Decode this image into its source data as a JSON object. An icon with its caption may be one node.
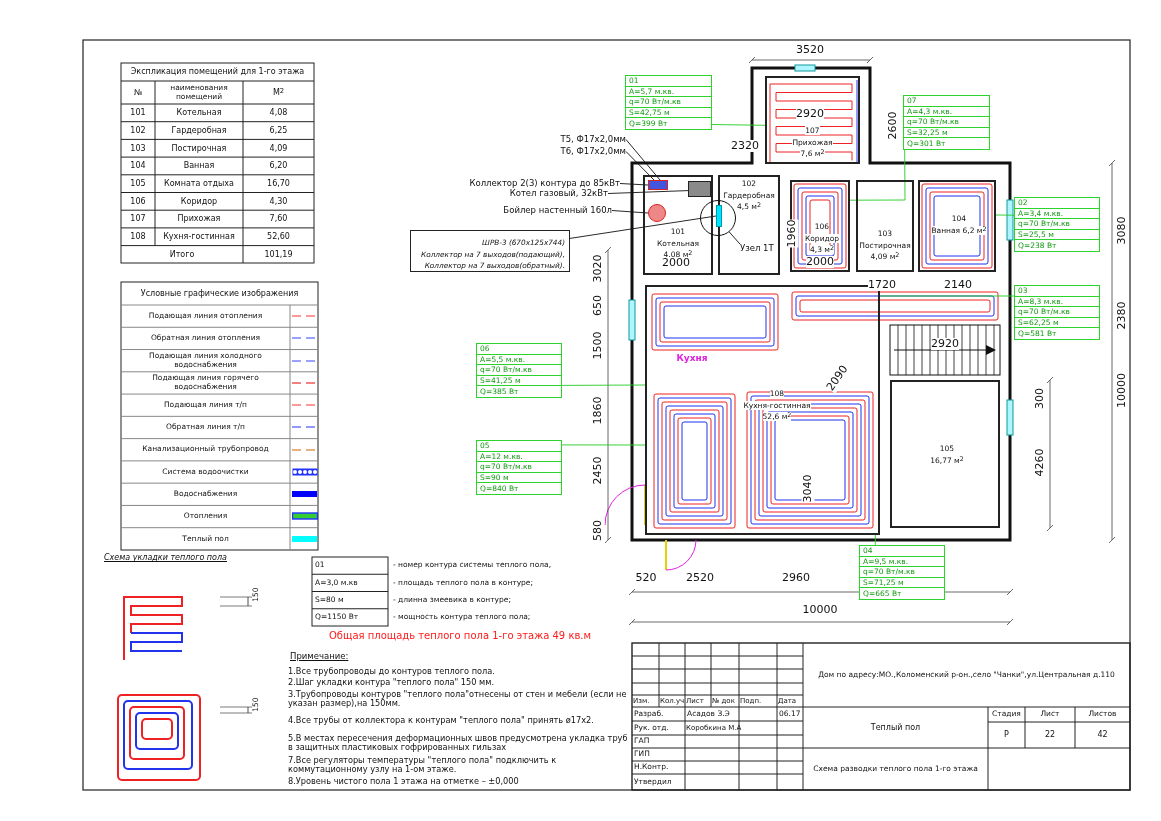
{
  "diagram": {
    "nodes": [
      {
        "text": [
          "01",
          "A=5,7 м.кв.",
          "q=70 Вт/м.кв",
          "S=42,75 м",
          "Q=399 Вт"
        ]
      },
      {
        "text": [
          "Т5, Ф17х2,0мм"
        ]
      },
      {
        "text": [
          "Т6, Ф17х2,0мм"
        ]
      },
      {
        "text": [
          "07",
          "A=4,3 м.кв.",
          "q=70 Вт/м.кв",
          "S=32,25 м",
          "Q=301 Вт"
        ]
      },
      {
        "text": [
          "107",
          "Прихожая",
          "7,6 м$^{2}$"
        ]
      },
      {
        "text": [
          "Коллектор 2(3) контура до 85кВт"
        ]
      },
      {
        "text": [
          "Котел газовый, 32кВт"
        ]
      },
      {
        "text": [
          "Бойлер настенный 160л"
        ]
      },
      {
        "text": [
          "ШРВ-3 (670х125х744)",
          "Коллектор на 7 выходов(подающий),",
          "Коллектор на 7 выходов(обратный)."
        ]
      },
      {
        "text": [
          "101",
          "Котельная",
          "4,08 м$^{2}$"
        ]
      },
      {
        "text": [],
        "shape": "box",
        "in": 9
      },
      {
        "text": [],
        "shape": "box",
        "in": 9
      },
      {
        "text": [],
        "shape": "circle",
        "in": 9
      },
      {
        "text": [
          "102",
          "Гардеробная 4,5 м$^{2}$"
        ]
      },
      {
        "text": [],
        "shape": "circle"
      },
      {
        "text": [],
        "shape": "bar"
      },
      {
        "text": [
          "Узел 1Т"
        ],
        "in": 13
      },
      {
        "text": [
          "106",
          "Коридор",
          "4,3 м$^{2}$"
        ]
      },
      {
        "text": [
          "103",
          "Постирочная",
          "4,09 м$^{2}$"
        ]
      },
      {
        "text": [
          "104",
          "Ванная 6,2 м$^{2}$"
        ]
      },
      {
        "text": [
          "02",
          "A=3,4 м.кв.",
          "q=70 Вт/м.кв",
          "S=25,5 м",
          "Q=238 Вт"
        ]
      },
      {
        "text": [
          "03",
          "A=8,3 м.кв.",
          "q=70 Вт/м.кв",
          "S=62,25 м",
          "Q=581 Вт"
        ]
      },
      {
        "text": [
          "06",
          "A=5,5 м.кв.",
          "q=70 Вт/м.кв",
          "S=41,25 м",
          "Q=385 Вт"
        ]
      },
      {
        "text": [
          "108",
          "Кухня-гостинная",
          "52,6 м$^{2}$"
        ]
      },
      {
        "text": [
          "05",
          "A=12 м.кв.",
          "q=70 Вт/м.кв",
          "S=90 м",
          "Q=840 Вт"
        ]
      },
      {
        "text": [
          "105",
          "16,77 м$^{2}$"
        ]
      },
      {
        "text": [
          "04",
          "A=9,5 м.кв.",
          "q=70 Вт/м.кв",
          "S=71,25 м",
          "Q=665 Вт"
        ]
      }
    ],
    "edges": [
      {
        "from": 1,
        "to": 10,
        "arrow": "none"
      },
      {
        "from": 2,
        "to": 10,
        "arrow": "none"
      },
      {
        "from": 5,
        "to": 10,
        "arrow": "none"
      },
      {
        "from": 6,
        "to": 11,
        "arrow": "none"
      },
      {
        "from": 7,
        "to": 12,
        "arrow": "none"
      },
      {
        "from": 8,
        "to": 15,
        "arrow": "none"
      },
      {
        "from": 16,
        "to": 14,
        "arrow": "none"
      },
      {
        "from": 0,
        "to": 4,
        "arrow": "none",
        "color": "#22cc22"
      },
      {
        "from": 3,
        "to": 17,
        "arrow": "none",
        "color": "#22cc22"
      },
      {
        "from": 20,
        "to": 19,
        "arrow": "none",
        "color": "#22cc22"
      },
      {
        "from": 21,
        "to": 23,
        "arrow": "none",
        "color": "#22cc22"
      },
      {
        "from": 22,
        "to": 23,
        "arrow": "none",
        "color": "#22cc22"
      },
      {
        "from": 24,
        "to": 23,
        "arrow": "none",
        "color": "#22cc22"
      },
      {
        "from": 26,
        "to": 23,
        "arrow": "none",
        "color": "#22cc22"
      }
    ],
    "labels": [
      "Экспликация помещений для 1-го этажа",
      "№",
      "наименования помещений",
      "М$^{2}$",
      "101",
      "Котельная",
      "4,08",
      "102",
      "Гардеробная",
      "6,25",
      "103",
      "Постирочная",
      "4,09",
      "104",
      "Ванная",
      "6,20",
      "105",
      "Комната отдыха",
      "16,70",
      "106",
      "Коридор",
      "4,30",
      "107",
      "Прихожая",
      "7,60",
      "108",
      "Кухня-гостинная",
      "52,60",
      "Итого",
      "101,19",
      "Условные графические изображения",
      "Схема укладки теплого пола",
      "150",
      "150",
      "01",
      "- номер контура системы теплого пола,",
      "A=3,0 м.кв",
      "- площадь теплого пола в контуре;",
      "S=80 м",
      "- длинна змеевика в контуре;",
      "Q=1150 Вт",
      "- мощность контура теплого пола;",
      "Общая площадь теплого пола 1-го этажа 49 кв.м",
      "Примечание:",
      "1.Все трубопроводы до контуров теплого пола.",
      "2.Шаг укладки контура \"теплого пола\" 150 мм.",
      "3.Трубопроводы контуров \"теплого пола\"отнесены от стен и мебели (если не указан размер),на 150мм.",
      "4.Все трубы от коллектора к контурам \"теплого пола\" принять ø17x2.",
      "5.В местах пересечения деформационных швов предусмотрена укладка труб в защитных пластиковых гофрированных гильзах",
      "7.Все регуляторы температуры \"теплого пола\" подключить к коммутационному узлу на 1-ом этаже.",
      "8.Уровень чистого пола 1 этажа на отметке – ±0,000",
      "3520",
      "2920",
      "2600",
      "2320",
      "3080",
      "3020",
      "650",
      "2000",
      "1960",
      "2000",
      "1720",
      "2140",
      "2380",
      "10000",
      "1500",
      "Кухня",
      "2920",
      "1860",
      "2090",
      "2450",
      "300",
      "4260",
      "3040",
      "580",
      "520",
      "2520",
      "2960",
      "10000",
      "Дом по адресу:МО.,Коломенский р-он.,село \"Чанки\",ул.Центральная д.110",
      "Изм.",
      "Кол.уч",
      "Лист",
      "№ док",
      "Подп.",
      "Дата",
      "Разраб.",
      "Асадов З.Э",
      "06.17",
      "Теплый пол",
      "Стадия",
      "Лист",
      "Листов",
      "Рук. отд.",
      "Коробкина М.А",
      "Р",
      "22",
      "42",
      "ГАП",
      "ГИП",
      "Н.Контр.",
      "Схема разводки теплого пола 1-го этажа",
      "Утвердил"
    ],
    "legend": [
      {
        "text": "Подающая линия отопления"
      },
      {
        "text": "Обратная линия отопления"
      },
      {
        "text": "Подающая линия холодного водоснабжения"
      },
      {
        "text": "Подающая линия горячего водоснабжения"
      },
      {
        "text": "Подающая линия т/п"
      },
      {
        "text": "Обратная линия т/п"
      },
      {
        "text": "Канализационный трубопровод"
      },
      {
        "text": "Система водоочистки"
      },
      {
        "text": "Водоснабжения",
        "color": "#0000ff"
      },
      {
        "text": "Отопления"
      },
      {
        "text": "Теплый пол",
        "color": "#00ffff"
      }
    ]
  }
}
